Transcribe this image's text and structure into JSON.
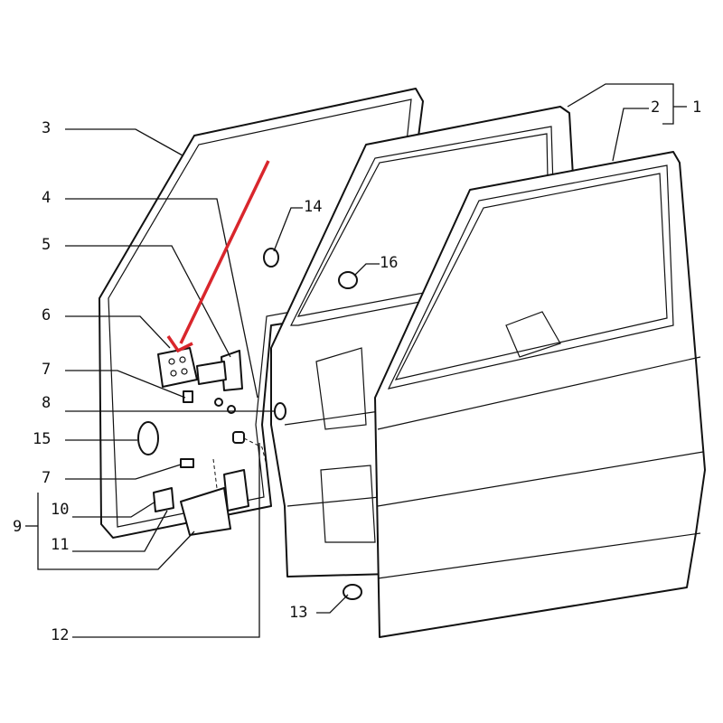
{
  "diagram": {
    "title_hidden": null,
    "labels": {
      "l1": "1",
      "l2": "2",
      "l3": "3",
      "l4": "4",
      "l5": "5",
      "l6": "6",
      "l7a": "7",
      "l8": "8",
      "l15": "15",
      "l7b": "7",
      "l10": "10",
      "l11": "11",
      "l9": "9",
      "l12": "12",
      "l13": "13",
      "l14": "14",
      "l16": "16"
    },
    "highlight_color": "#d9262c"
  }
}
